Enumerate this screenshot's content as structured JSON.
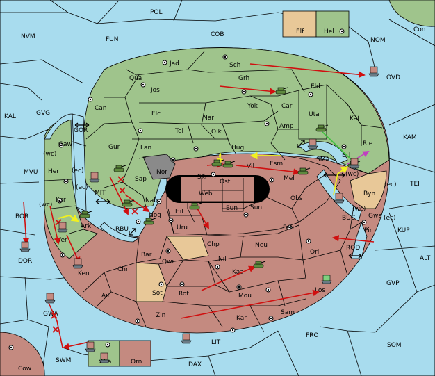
{
  "map": {
    "colors": {
      "sea": "#a8dcee",
      "green": "#9fc48c",
      "red": "#c48a80",
      "tan": "#e8c898",
      "gray": "#8a8a8a",
      "order_move": "#d01010",
      "order_support": "#f0f020",
      "order_convoy": "#c040c0"
    },
    "icons": {
      "army": "tank-icon",
      "fleet": "ship-icon",
      "supply_center": "supply-center-dot-icon",
      "retreat": "double-arrow-icon"
    },
    "sea_labels": [
      "POL",
      "NVM",
      "FUN",
      "COB",
      "NOM",
      "KAL",
      "GVG",
      "KAM",
      "TEI",
      "MVU",
      "BOR",
      "KUP",
      "ALT",
      "GVP",
      "SOM",
      "FRO",
      "DAX",
      "SWM",
      "GWA",
      "LIT",
      "DOR",
      "OVD",
      "ROD",
      "BUC",
      "SMA",
      "MIT",
      "GOR",
      "RBU"
    ],
    "green_labels": [
      "Elf",
      "Hel",
      "Con",
      "Jad",
      "Sch",
      "Qua",
      "Grh",
      "Jos",
      "Eld",
      "Can",
      "Car",
      "Uta",
      "Kat",
      "Yok",
      "Elc",
      "Nar",
      "Amp",
      "Tel",
      "Olk",
      "Gaw",
      "Gur",
      "Lan",
      "Hug",
      "Rie",
      "Brl",
      "Her",
      "Esm",
      "Vil",
      "Sap",
      "Kor",
      "Ark",
      "Ver",
      "Nab"
    ],
    "red_labels": [
      "Skr",
      "Ost",
      "Web",
      "Mel",
      "Eun",
      "Obs",
      "Sun",
      "Hil",
      "Nog",
      "Uru",
      "Feu",
      "Chr",
      "Neu",
      "Orl",
      "Bar",
      "Qwi",
      "Nil",
      "Ken",
      "Kaa",
      "Ail",
      "Rot",
      "Mou",
      "Los",
      "Zin",
      "Kar",
      "Sam",
      "Pir",
      "Gwa",
      "Aba",
      "Orn",
      "Cow"
    ],
    "tan_labels": [
      "Chp",
      "Sot",
      "Byn"
    ],
    "gray_labels": [
      "Nor"
    ],
    "coast_labels": [
      "(wc)",
      "(ec)",
      "(ec)",
      "(wc)",
      "(wc)",
      "(ec)",
      "(wc)",
      "(ec)"
    ]
  }
}
